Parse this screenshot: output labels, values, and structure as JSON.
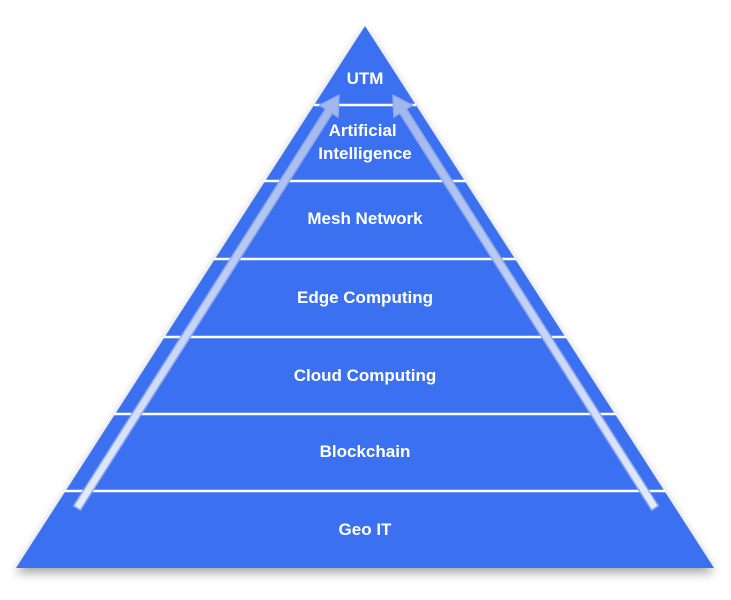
{
  "diagram": {
    "type": "pyramid",
    "levels_top_to_bottom": [
      {
        "label_lines": [
          "UTM"
        ]
      },
      {
        "label_lines": [
          "Artificial",
          "Intelligence"
        ]
      },
      {
        "label_lines": [
          "Mesh Network"
        ]
      },
      {
        "label_lines": [
          "Edge Computing"
        ]
      },
      {
        "label_lines": [
          "Cloud Computing"
        ]
      },
      {
        "label_lines": [
          "Blockchain"
        ]
      },
      {
        "label_lines": [
          "Geo IT"
        ]
      }
    ],
    "arrows": [
      "left-upward",
      "right-upward"
    ],
    "colors": {
      "fill": "#3b6ff0",
      "divider": "#ffffff",
      "arrow_fill": "#c9d6f7",
      "arrow_stroke": "#8ea8ea"
    }
  }
}
